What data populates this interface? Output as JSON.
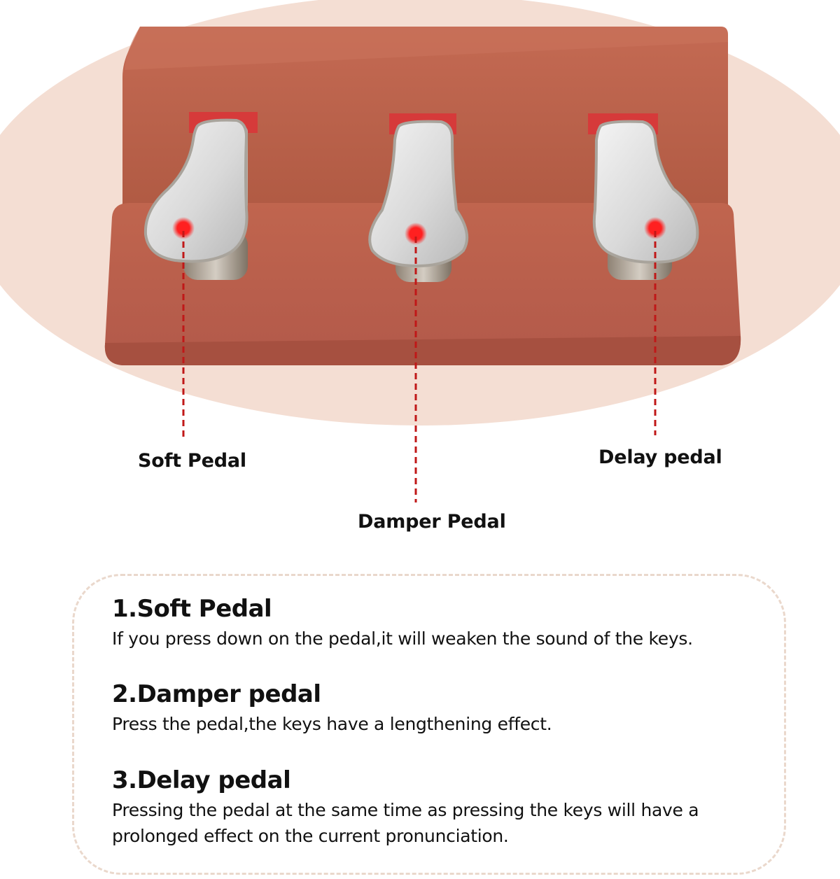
{
  "colors": {
    "background_ellipse": "#f4ded3",
    "pedal_box": "#bb5f48",
    "pedal_box_dark": "#a04d38",
    "pedal_metal": "#e2e2e2",
    "indicator_dot": "#ff1f1f",
    "leader_line": "#c01818",
    "info_border": "#ead8cc"
  },
  "callouts": {
    "soft": "Soft Pedal",
    "damper": "Damper Pedal",
    "delay": "Delay pedal"
  },
  "descriptions": [
    {
      "title": "1.Soft Pedal",
      "text": "If you press down on the pedal,it will weaken the sound of the keys."
    },
    {
      "title": "2.Damper pedal",
      "text": "Press the pedal,the keys have a lengthening effect."
    },
    {
      "title": "3.Delay pedal",
      "text": "Pressing the pedal at the same time as pressing the keys will have a prolonged effect on the current pronunciation."
    }
  ]
}
